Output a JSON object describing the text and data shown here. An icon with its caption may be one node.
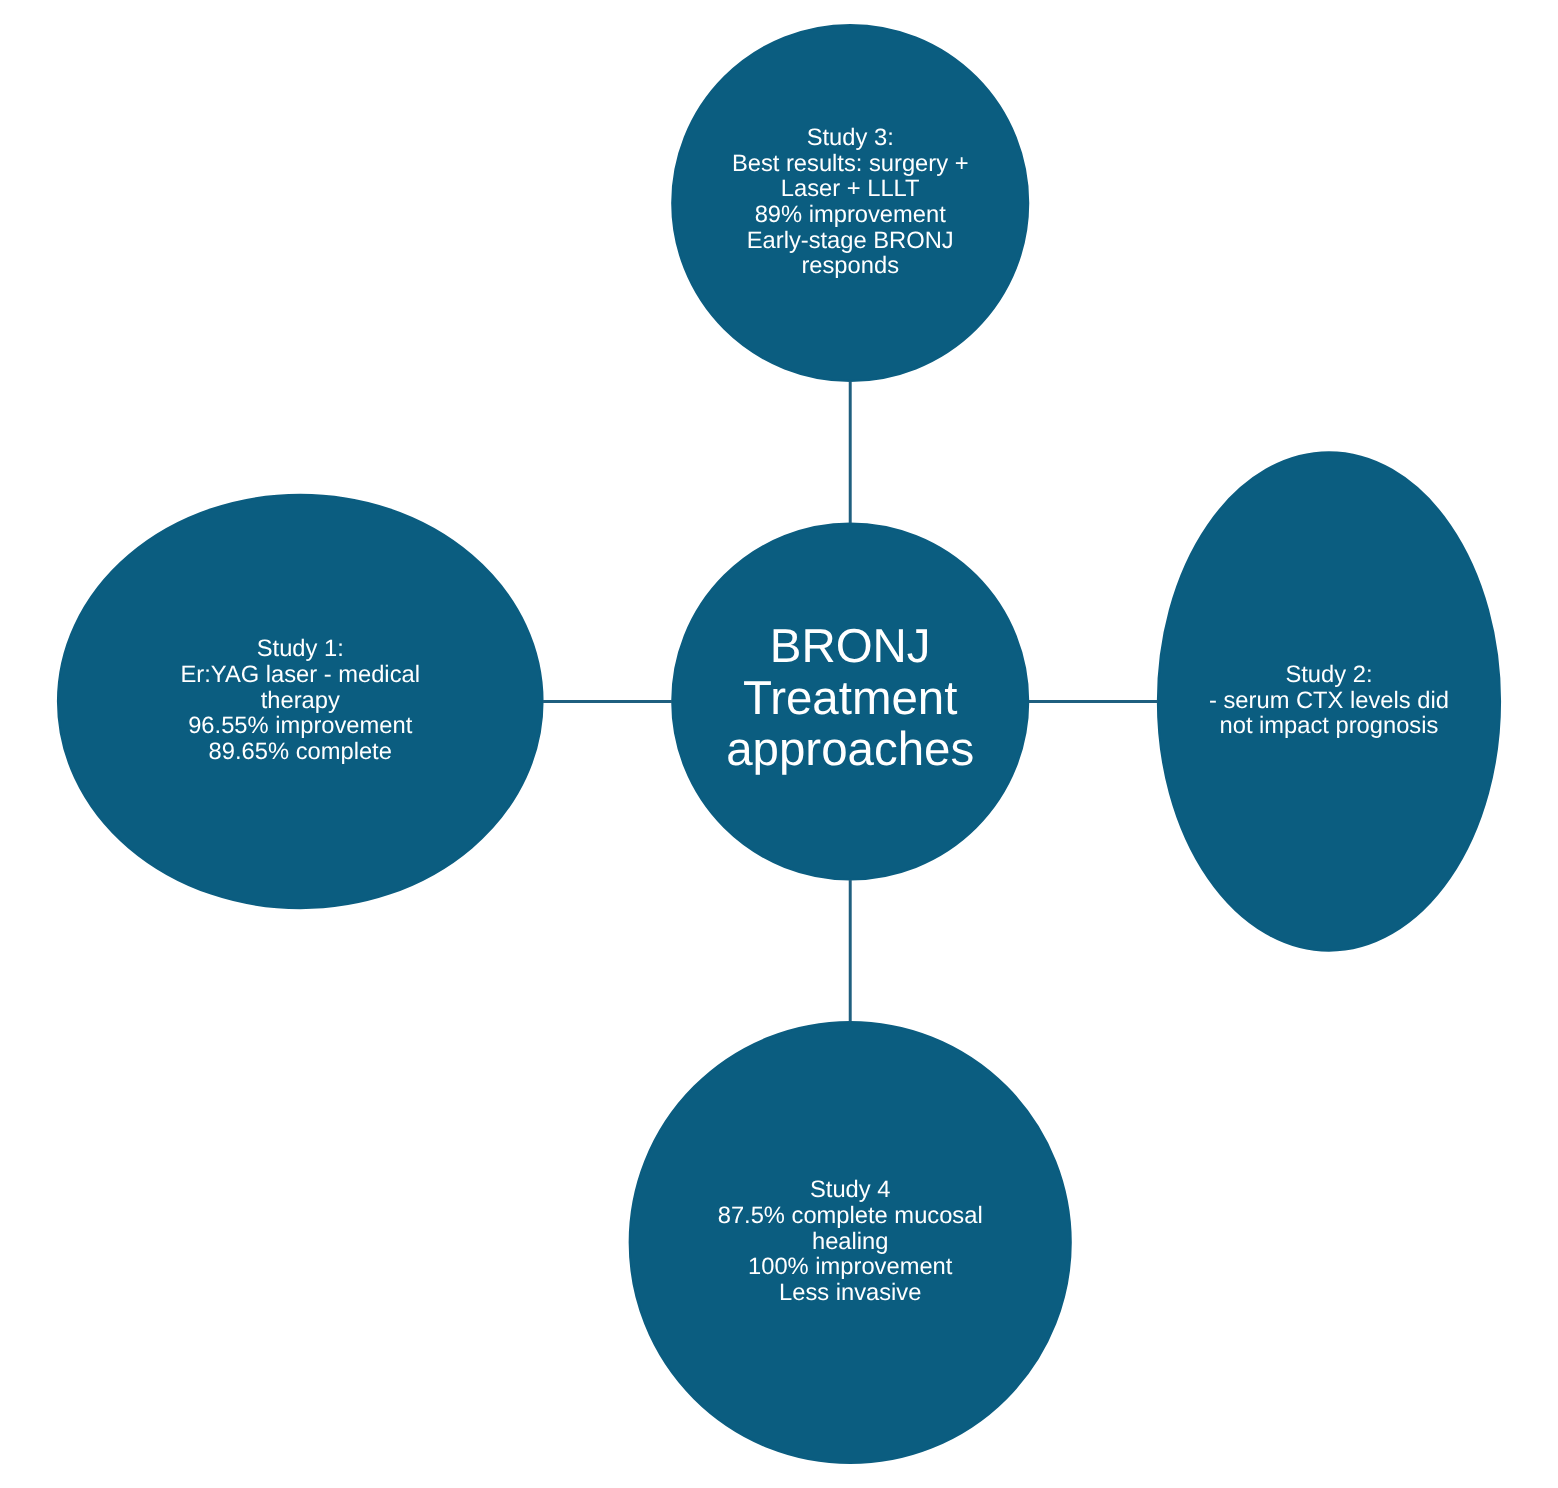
{
  "diagram": {
    "nodes": [
      {
        "text": [
          "Study 3:",
          "Best results: surgery + Laser + LLLT",
          "89% improvement",
          "Early-stage BRONJ responds"
        ]
      },
      {
        "text": [
          "Study 1:",
          "Er:YAG laser - medical therapy",
          "96.55% improvement",
          "89.65% complete"
        ]
      },
      {
        "text": [
          "BRONJ Treatment approaches"
        ]
      },
      {
        "text": [
          "Study 2:",
          "- serum CTX levels did not impact prognosis"
        ]
      },
      {
        "text": [
          "Study 4",
          "87.5% complete mucosal healing",
          "100% improvement",
          "Less invasive"
        ]
      }
    ],
    "edges": [
      {
        "from": 0,
        "to": 2,
        "arrow": "none"
      },
      {
        "from": 1,
        "to": 2,
        "arrow": "none"
      },
      {
        "from": 2,
        "to": 3,
        "arrow": "none"
      },
      {
        "from": 2,
        "to": 4,
        "arrow": "none"
      }
    ]
  }
}
